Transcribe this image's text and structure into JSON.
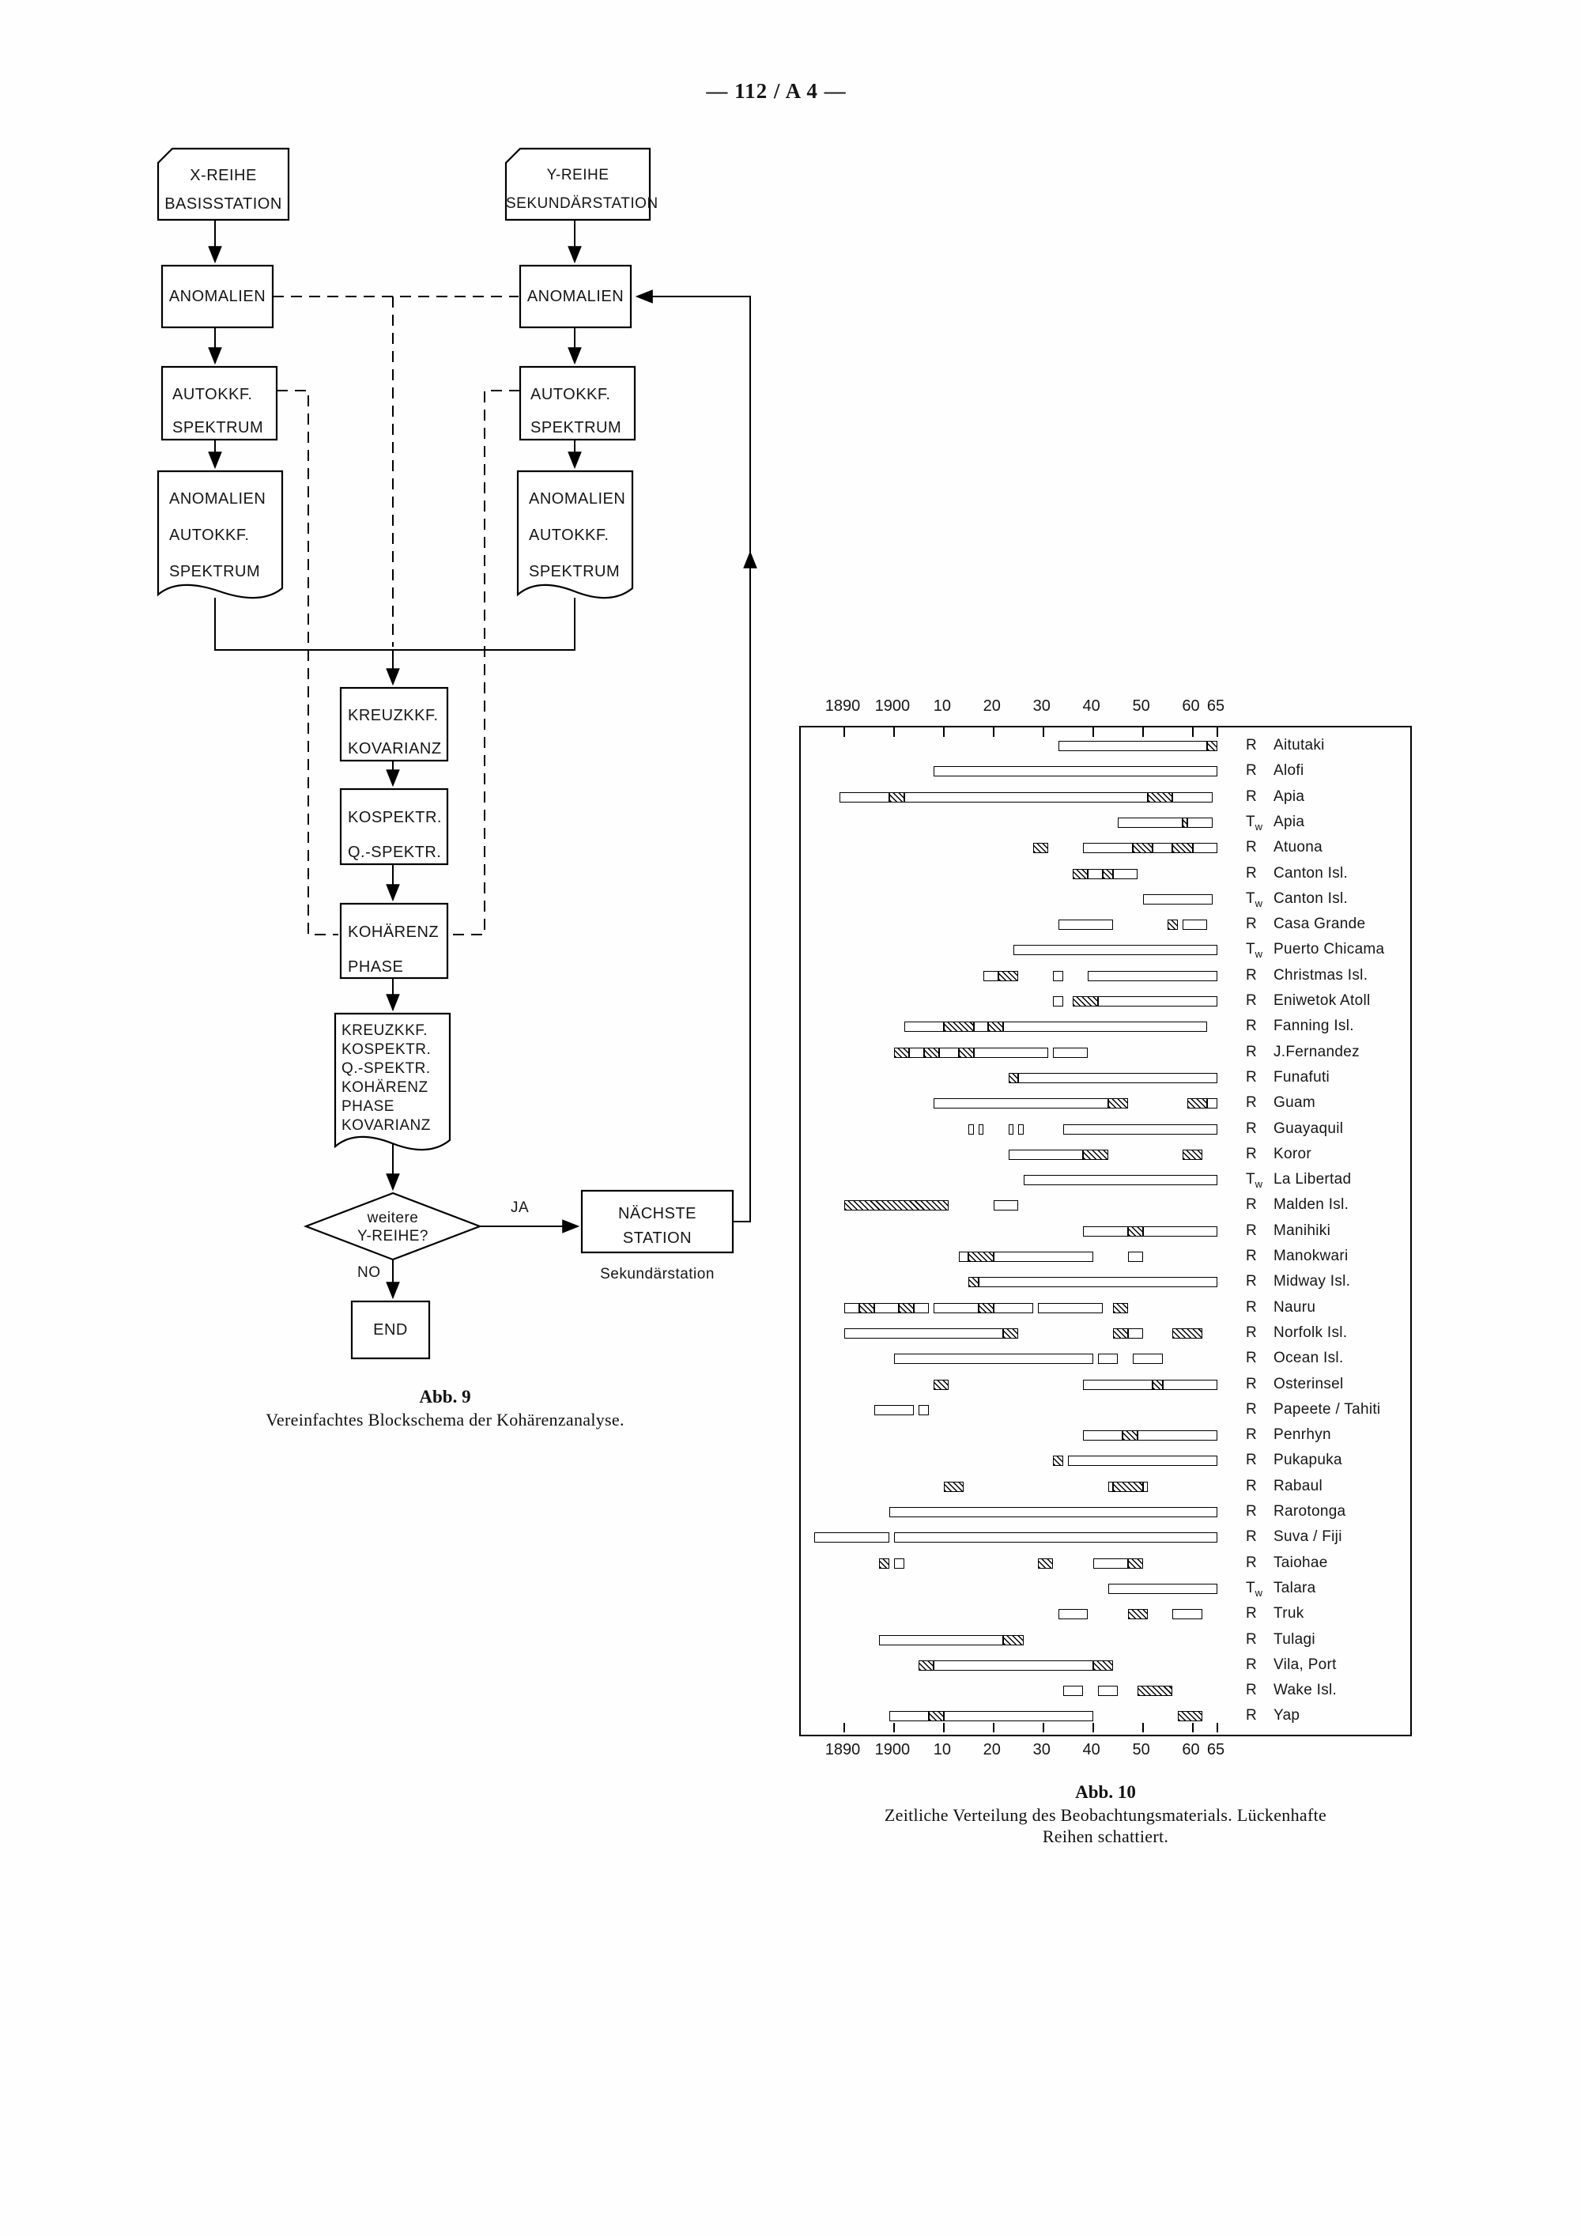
{
  "page": {
    "header": "— 112 / A 4 —"
  },
  "flowchart": {
    "nodes": {
      "x_card": {
        "lines": [
          "X-REIHE",
          "BASISSTATION"
        ]
      },
      "y_card": {
        "lines": [
          "Y-REIHE",
          "SEKUNDÄRSTATION"
        ]
      },
      "anomalien_x": {
        "lines": [
          "ANOMALIEN"
        ]
      },
      "anomalien_y": {
        "lines": [
          "ANOMALIEN"
        ]
      },
      "autokkf_x": {
        "lines": [
          "AUTOKKF.",
          "SPEKTRUM"
        ]
      },
      "autokkf_y": {
        "lines": [
          "AUTOKKF.",
          "SPEKTRUM"
        ]
      },
      "doc_x": {
        "lines": [
          "ANOMALIEN",
          "AUTOKKF.",
          "SPEKTRUM"
        ]
      },
      "doc_y": {
        "lines": [
          "ANOMALIEN",
          "AUTOKKF.",
          "SPEKTRUM"
        ]
      },
      "kreuz": {
        "lines": [
          "KREUZKKF.",
          "KOVARIANZ"
        ]
      },
      "kospektr": {
        "lines": [
          "KOSPEKTR.",
          "Q.-SPEKTR."
        ]
      },
      "kohaerenz": {
        "lines": [
          "KOHÄRENZ",
          "PHASE"
        ]
      },
      "big_doc": {
        "lines": [
          "KREUZKKF.",
          "KOSPEKTR.",
          "Q.-SPEKTR.",
          "KOHÄRENZ",
          "PHASE",
          "KOVARIANZ"
        ]
      },
      "decision": {
        "lines": [
          "weitere",
          "Y-REIHE?"
        ]
      },
      "naechste": {
        "lines": [
          "NÄCHSTE",
          "STATION"
        ],
        "sublabel": "Sekundärstation"
      },
      "end": {
        "lines": [
          "END"
        ]
      }
    },
    "edge_labels": {
      "yes": "JA",
      "no": "NO"
    },
    "caption": {
      "title": "Abb. 9",
      "text": "Vereinfachtes Blockschema der Kohärenzanalyse."
    }
  },
  "chart_data": {
    "type": "bar",
    "subtype": "timeline-gantt",
    "title": "Abb. 10",
    "caption": [
      "Zeitliche Verteilung des Beobachtungsmaterials. Lückenhafte",
      "Reihen schattiert."
    ],
    "x_axis": {
      "unit": "year",
      "range": [
        1890,
        1965
      ],
      "ticks": [
        {
          "label": "1890",
          "year": 1890
        },
        {
          "label": "1900",
          "year": 1900
        },
        {
          "label": "10",
          "year": 1910
        },
        {
          "label": "20",
          "year": 1920
        },
        {
          "label": "30",
          "year": 1930
        },
        {
          "label": "40",
          "year": 1940
        },
        {
          "label": "50",
          "year": 1950
        },
        {
          "label": "60",
          "year": 1960
        },
        {
          "label": "65",
          "year": 1965
        }
      ]
    },
    "segment_format": [
      "start_year",
      "end_year",
      "style(open|shaded)"
    ],
    "stations": [
      {
        "type": "R",
        "name": "Aitutaki",
        "segments": [
          [
            1933,
            1963,
            "open"
          ],
          [
            1963,
            1965,
            "shaded"
          ]
        ]
      },
      {
        "type": "R",
        "name": "Alofi",
        "segments": [
          [
            1908,
            1965,
            "open"
          ]
        ]
      },
      {
        "type": "R",
        "name": "Apia",
        "segments": [
          [
            1889,
            1899,
            "open"
          ],
          [
            1899,
            1902,
            "shaded"
          ],
          [
            1902,
            1951,
            "open"
          ],
          [
            1951,
            1956,
            "shaded"
          ],
          [
            1956,
            1964,
            "open"
          ]
        ]
      },
      {
        "type": "Tw",
        "name": "Apia",
        "segments": [
          [
            1945,
            1958,
            "open"
          ],
          [
            1958,
            1959,
            "shaded"
          ],
          [
            1959,
            1964,
            "open"
          ]
        ]
      },
      {
        "type": "R",
        "name": "Atuona",
        "segments": [
          [
            1928,
            1931,
            "shaded"
          ],
          [
            1938,
            1948,
            "open"
          ],
          [
            1948,
            1952,
            "shaded"
          ],
          [
            1952,
            1956,
            "open"
          ],
          [
            1956,
            1960,
            "shaded"
          ],
          [
            1960,
            1965,
            "open"
          ]
        ]
      },
      {
        "type": "R",
        "name": "Canton Isl.",
        "segments": [
          [
            1936,
            1939,
            "shaded"
          ],
          [
            1939,
            1942,
            "open"
          ],
          [
            1942,
            1944,
            "shaded"
          ],
          [
            1944,
            1949,
            "open"
          ]
        ]
      },
      {
        "type": "Tw",
        "name": "Canton Isl.",
        "segments": [
          [
            1950,
            1964,
            "open"
          ]
        ]
      },
      {
        "type": "R",
        "name": "Casa Grande",
        "segments": [
          [
            1933,
            1944,
            "open"
          ],
          [
            1955,
            1957,
            "shaded"
          ],
          [
            1958,
            1963,
            "open"
          ]
        ]
      },
      {
        "type": "Tw",
        "name": "Puerto Chicama",
        "segments": [
          [
            1924,
            1965,
            "open"
          ]
        ]
      },
      {
        "type": "R",
        "name": "Christmas Isl.",
        "segments": [
          [
            1918,
            1921,
            "open"
          ],
          [
            1921,
            1925,
            "shaded"
          ],
          [
            1932,
            1934,
            "open"
          ],
          [
            1939,
            1965,
            "open"
          ]
        ]
      },
      {
        "type": "R",
        "name": "Eniwetok Atoll",
        "segments": [
          [
            1932,
            1934,
            "open"
          ],
          [
            1936,
            1941,
            "shaded"
          ],
          [
            1941,
            1965,
            "open"
          ]
        ]
      },
      {
        "type": "R",
        "name": "Fanning Isl.",
        "segments": [
          [
            1902,
            1910,
            "open"
          ],
          [
            1910,
            1916,
            "shaded"
          ],
          [
            1916,
            1919,
            "open"
          ],
          [
            1919,
            1922,
            "shaded"
          ],
          [
            1922,
            1963,
            "open"
          ]
        ]
      },
      {
        "type": "R",
        "name": "J.Fernandez",
        "segments": [
          [
            1900,
            1903,
            "shaded"
          ],
          [
            1903,
            1906,
            "open"
          ],
          [
            1906,
            1909,
            "shaded"
          ],
          [
            1909,
            1913,
            "open"
          ],
          [
            1913,
            1916,
            "shaded"
          ],
          [
            1916,
            1931,
            "open"
          ],
          [
            1932,
            1939,
            "open"
          ]
        ]
      },
      {
        "type": "R",
        "name": "Funafuti",
        "segments": [
          [
            1923,
            1925,
            "shaded"
          ],
          [
            1925,
            1965,
            "open"
          ]
        ]
      },
      {
        "type": "R",
        "name": "Guam",
        "segments": [
          [
            1908,
            1943,
            "open"
          ],
          [
            1943,
            1947,
            "shaded"
          ],
          [
            1959,
            1963,
            "shaded"
          ],
          [
            1963,
            1965,
            "open"
          ]
        ]
      },
      {
        "type": "R",
        "name": "Guayaquil",
        "segments": [
          [
            1915,
            1916,
            "open"
          ],
          [
            1917,
            1918,
            "open"
          ],
          [
            1923,
            1924,
            "open"
          ],
          [
            1925,
            1926,
            "open"
          ],
          [
            1934,
            1965,
            "open"
          ]
        ]
      },
      {
        "type": "R",
        "name": "Koror",
        "segments": [
          [
            1923,
            1938,
            "open"
          ],
          [
            1938,
            1943,
            "shaded"
          ],
          [
            1958,
            1962,
            "shaded"
          ]
        ]
      },
      {
        "type": "Tw",
        "name": "La Libertad",
        "segments": [
          [
            1926,
            1965,
            "open"
          ]
        ]
      },
      {
        "type": "R",
        "name": "Malden Isl.",
        "segments": [
          [
            1890,
            1911,
            "shaded"
          ],
          [
            1920,
            1925,
            "open"
          ]
        ]
      },
      {
        "type": "R",
        "name": "Manihiki",
        "segments": [
          [
            1938,
            1947,
            "open"
          ],
          [
            1947,
            1950,
            "shaded"
          ],
          [
            1950,
            1965,
            "open"
          ]
        ]
      },
      {
        "type": "R",
        "name": "Manokwari",
        "segments": [
          [
            1913,
            1915,
            "open"
          ],
          [
            1915,
            1920,
            "shaded"
          ],
          [
            1920,
            1940,
            "open"
          ],
          [
            1947,
            1950,
            "open"
          ]
        ]
      },
      {
        "type": "R",
        "name": "Midway Isl.",
        "segments": [
          [
            1915,
            1917,
            "shaded"
          ],
          [
            1917,
            1965,
            "open"
          ]
        ]
      },
      {
        "type": "R",
        "name": "Nauru",
        "segments": [
          [
            1890,
            1893,
            "open"
          ],
          [
            1893,
            1896,
            "shaded"
          ],
          [
            1896,
            1901,
            "open"
          ],
          [
            1901,
            1904,
            "shaded"
          ],
          [
            1904,
            1907,
            "open"
          ],
          [
            1908,
            1917,
            "open"
          ],
          [
            1917,
            1920,
            "shaded"
          ],
          [
            1920,
            1928,
            "open"
          ],
          [
            1929,
            1942,
            "open"
          ],
          [
            1944,
            1947,
            "shaded"
          ]
        ]
      },
      {
        "type": "R",
        "name": "Norfolk Isl.",
        "segments": [
          [
            1890,
            1922,
            "open"
          ],
          [
            1922,
            1925,
            "shaded"
          ],
          [
            1944,
            1947,
            "shaded"
          ],
          [
            1947,
            1950,
            "open"
          ],
          [
            1956,
            1962,
            "shaded"
          ]
        ]
      },
      {
        "type": "R",
        "name": "Ocean Isl.",
        "segments": [
          [
            1900,
            1940,
            "open"
          ],
          [
            1941,
            1945,
            "open"
          ],
          [
            1948,
            1954,
            "open"
          ]
        ]
      },
      {
        "type": "R",
        "name": "Osterinsel",
        "segments": [
          [
            1908,
            1911,
            "shaded"
          ],
          [
            1938,
            1952,
            "open"
          ],
          [
            1952,
            1954,
            "shaded"
          ],
          [
            1954,
            1965,
            "open"
          ]
        ]
      },
      {
        "type": "R",
        "name": "Papeete / Tahiti",
        "segments": [
          [
            1896,
            1904,
            "open"
          ],
          [
            1905,
            1907,
            "open"
          ]
        ]
      },
      {
        "type": "R",
        "name": "Penrhyn",
        "segments": [
          [
            1938,
            1946,
            "open"
          ],
          [
            1946,
            1949,
            "shaded"
          ],
          [
            1949,
            1965,
            "open"
          ]
        ]
      },
      {
        "type": "R",
        "name": "Pukapuka",
        "segments": [
          [
            1932,
            1934,
            "shaded"
          ],
          [
            1935,
            1965,
            "open"
          ]
        ]
      },
      {
        "type": "R",
        "name": "Rabaul",
        "segments": [
          [
            1910,
            1914,
            "shaded"
          ],
          [
            1943,
            1944,
            "open"
          ],
          [
            1944,
            1950,
            "shaded"
          ],
          [
            1950,
            1951,
            "open"
          ]
        ]
      },
      {
        "type": "R",
        "name": "Rarotonga",
        "segments": [
          [
            1899,
            1965,
            "open"
          ]
        ]
      },
      {
        "type": "R",
        "name": "Suva / Fiji",
        "segments": [
          [
            1884,
            1899,
            "open"
          ],
          [
            1900,
            1965,
            "open"
          ]
        ]
      },
      {
        "type": "R",
        "name": "Taiohae",
        "segments": [
          [
            1897,
            1899,
            "shaded"
          ],
          [
            1900,
            1902,
            "open"
          ],
          [
            1929,
            1932,
            "shaded"
          ],
          [
            1940,
            1947,
            "open"
          ],
          [
            1947,
            1950,
            "shaded"
          ]
        ]
      },
      {
        "type": "Tw",
        "name": "Talara",
        "segments": [
          [
            1943,
            1965,
            "open"
          ]
        ]
      },
      {
        "type": "R",
        "name": "Truk",
        "segments": [
          [
            1933,
            1939,
            "open"
          ],
          [
            1947,
            1951,
            "shaded"
          ],
          [
            1956,
            1962,
            "open"
          ]
        ]
      },
      {
        "type": "R",
        "name": "Tulagi",
        "segments": [
          [
            1897,
            1922,
            "open"
          ],
          [
            1922,
            1926,
            "shaded"
          ]
        ]
      },
      {
        "type": "R",
        "name": "Vila, Port",
        "segments": [
          [
            1905,
            1908,
            "shaded"
          ],
          [
            1908,
            1940,
            "open"
          ],
          [
            1940,
            1944,
            "shaded"
          ]
        ]
      },
      {
        "type": "R",
        "name": "Wake Isl.",
        "segments": [
          [
            1934,
            1938,
            "open"
          ],
          [
            1941,
            1945,
            "open"
          ],
          [
            1949,
            1956,
            "shaded"
          ]
        ]
      },
      {
        "type": "R",
        "name": "Yap",
        "segments": [
          [
            1899,
            1907,
            "open"
          ],
          [
            1907,
            1910,
            "shaded"
          ],
          [
            1910,
            1940,
            "open"
          ],
          [
            1957,
            1962,
            "shaded"
          ]
        ]
      }
    ]
  }
}
